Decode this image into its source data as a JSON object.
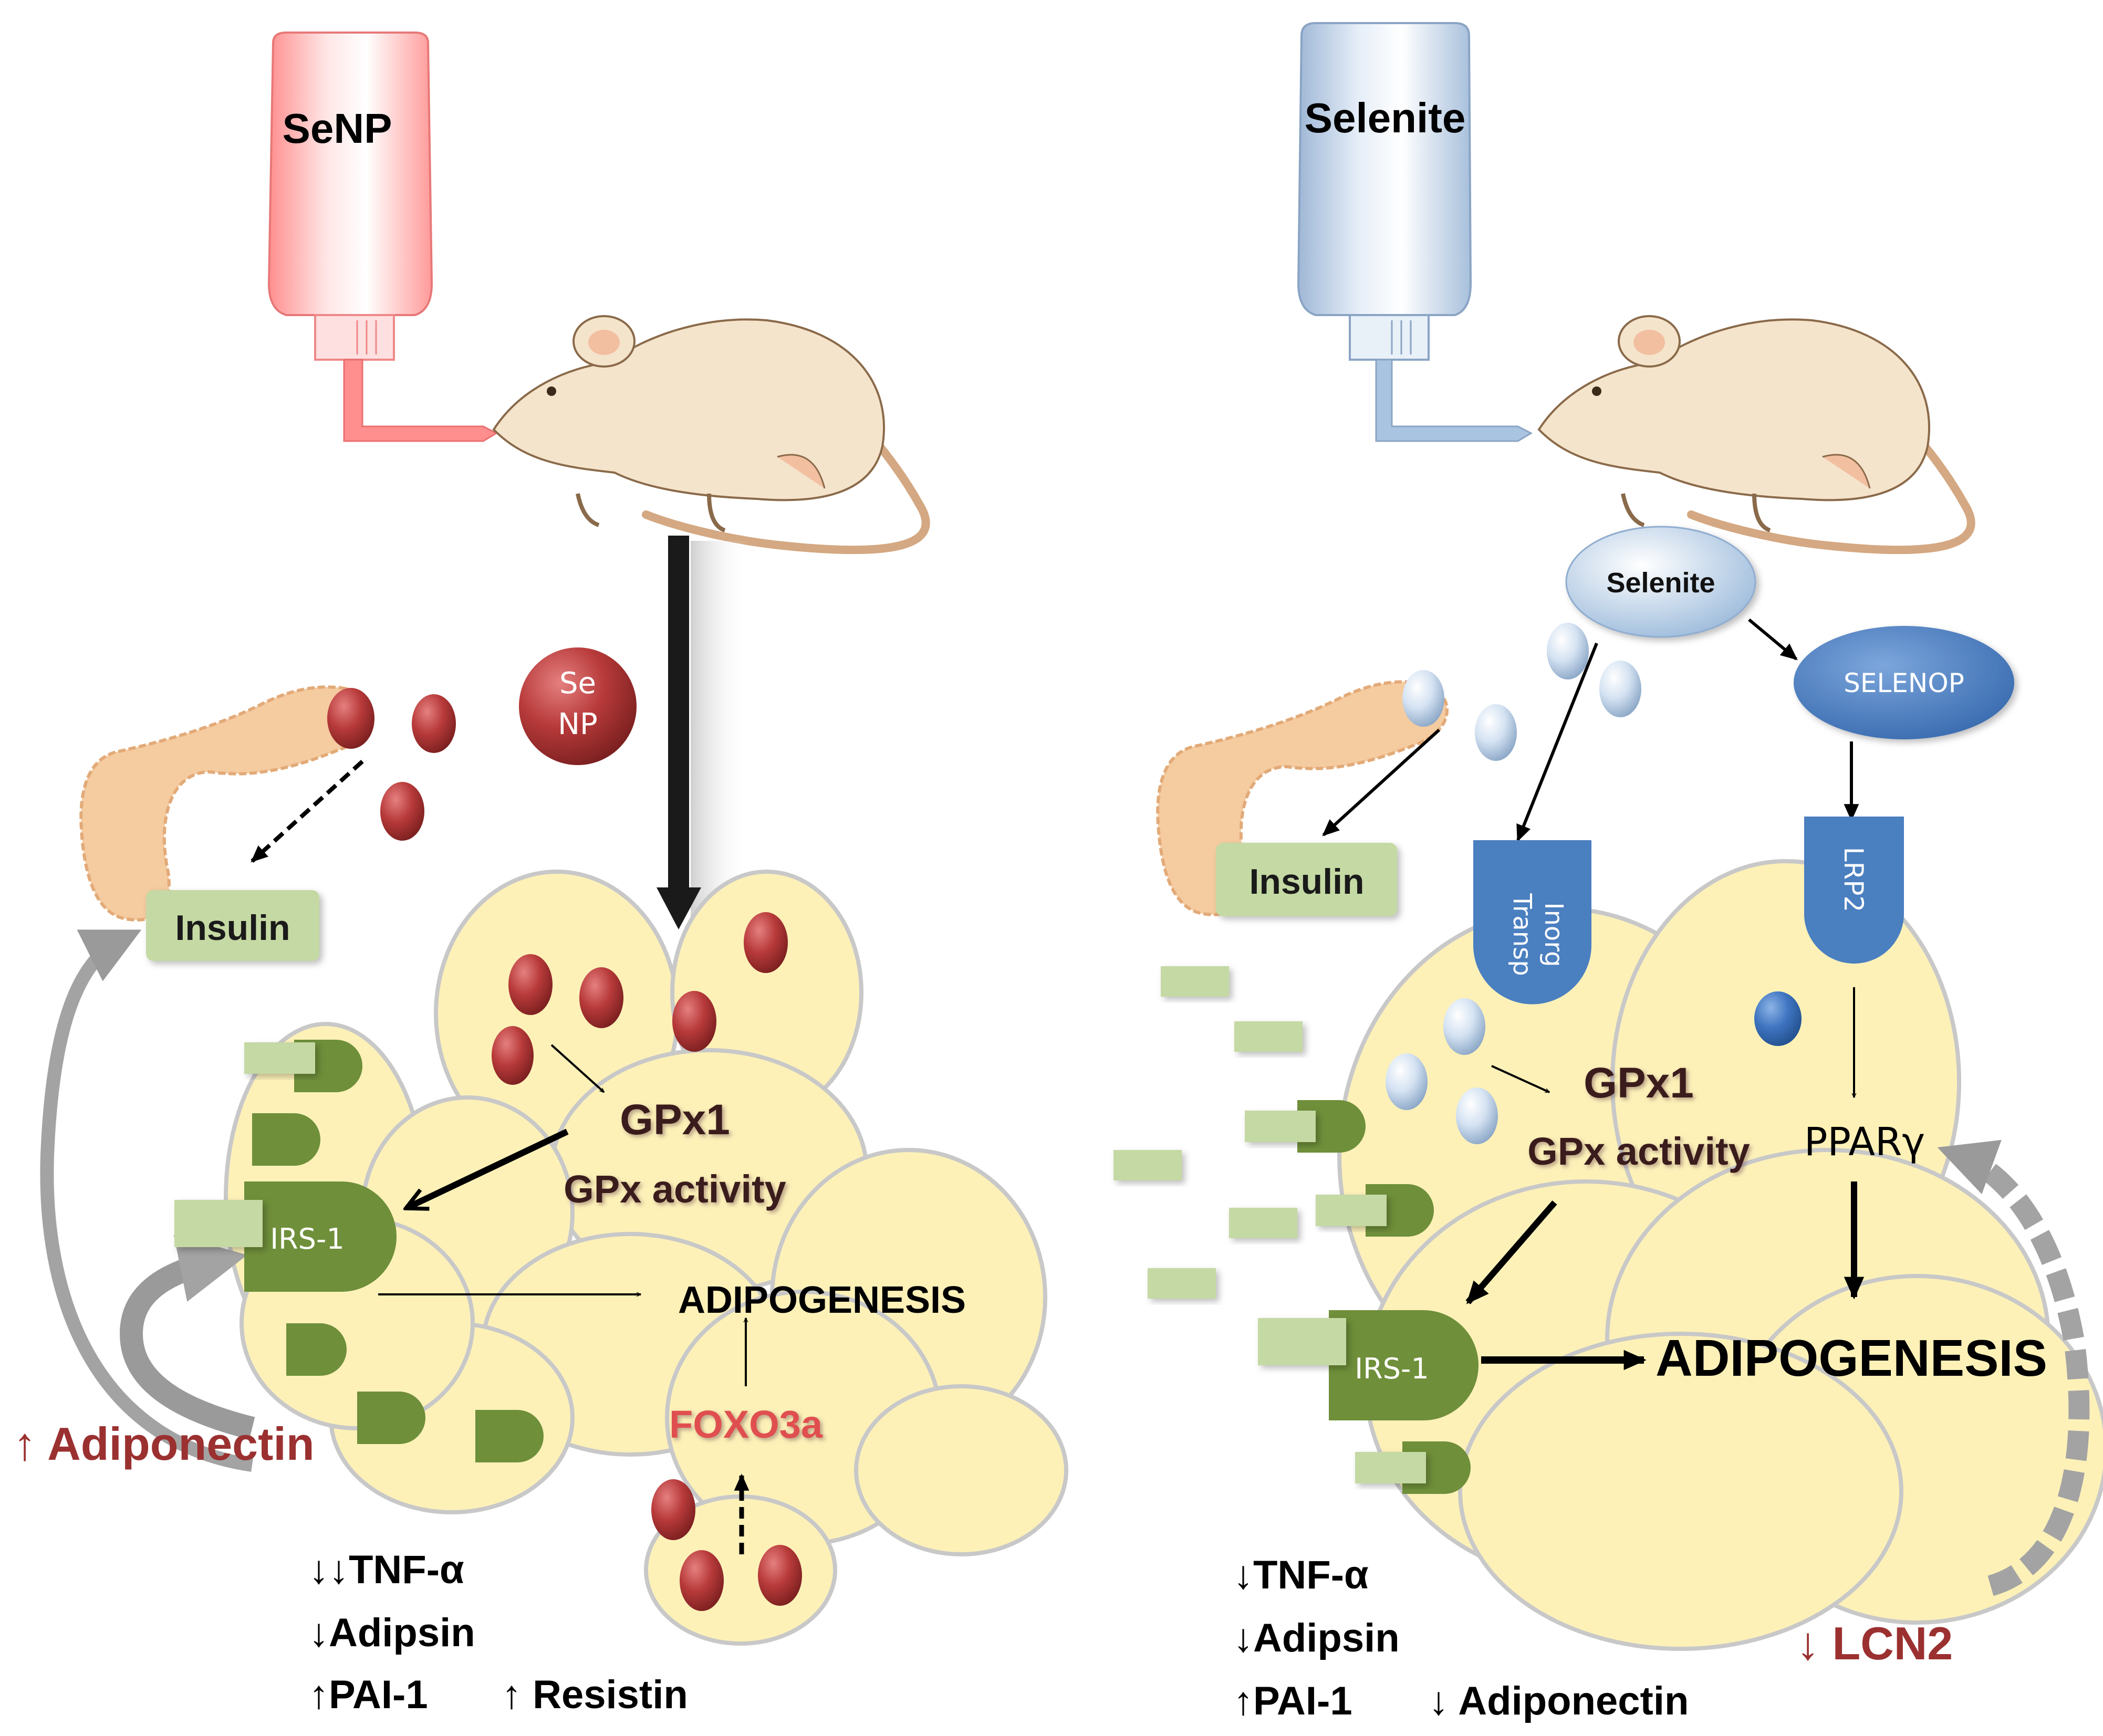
{
  "left_panel": {
    "bottle_label": "SeNP",
    "senp_particle_label_1": "Se",
    "senp_particle_label_2": "NP",
    "insulin_label": "Insulin",
    "gpx1_label": "GPx1",
    "gpx_activity_label": "GPx activity",
    "irs1_label": "IRS-1",
    "adipogenesis_label": "ADIPOGENESIS",
    "foxo3a_label": "FOXO3a",
    "adiponectin_label": "↑ Adiponectin",
    "markers": {
      "tnf": "↓↓TNF-α",
      "adipsin": "↓Adipsin",
      "pai1": "↑PAI-1",
      "resistin": "↑ Resistin"
    }
  },
  "right_panel": {
    "bottle_label": "Selenite",
    "selenite_node_label": "Selenite",
    "selenop_node_label": "SELENOP",
    "insulin_label": "Insulin",
    "inorg_transp_label_1": "Inorg",
    "inorg_transp_label_2": "Transp",
    "lrp2_label": "LRP2",
    "gpx1_label": "GPx1",
    "gpx_activity_label": "GPx activity",
    "pparg_label": "PPARγ",
    "irs1_label": "IRS-1",
    "adipogenesis_label": "ADIPOGENESIS",
    "lcn2_label": "↓ LCN2",
    "markers": {
      "tnf": "↓TNF-α",
      "adipsin": "↓Adipsin",
      "pai1": "↑PAI-1",
      "adiponectin": "↓ Adiponectin"
    }
  },
  "colors": {
    "senp_red": "#b03a3a",
    "selenite_blue": "#a9c4e0",
    "selenop_blue": "#4a7fc0",
    "receptor_green": "#6f8f3a",
    "insulin_green": "#c5d9a4",
    "adipocyte_yellow": "#fdf1b8",
    "pancreas_orange": "#f4c99a",
    "adiponectin_text": "#9b3030",
    "foxo3a_text": "#e05050"
  }
}
